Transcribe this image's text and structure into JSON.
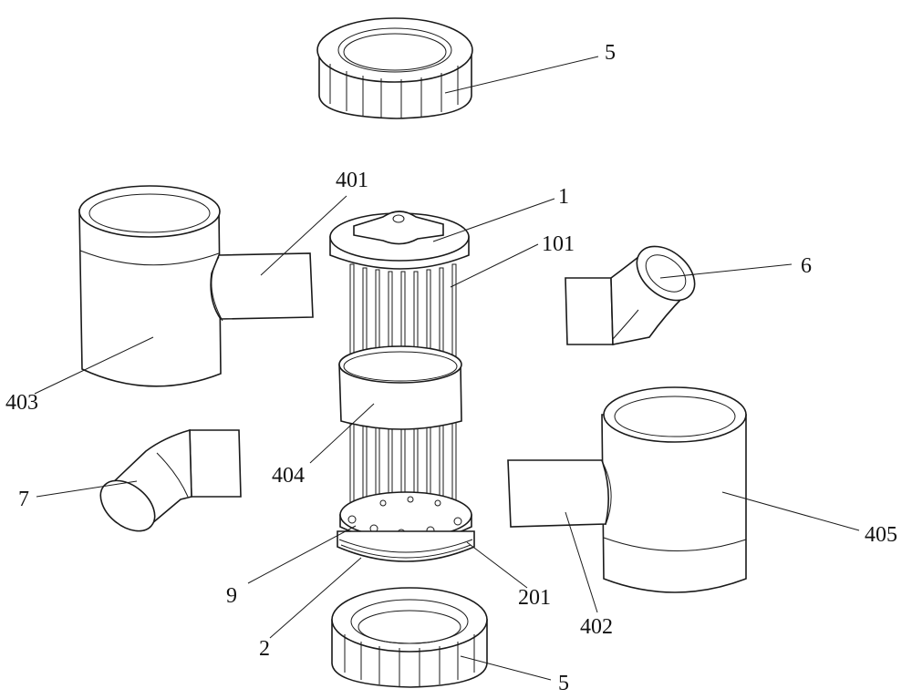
{
  "labels": {
    "nut_top": "5",
    "cap": "1",
    "rods": "101",
    "tee_left_branch": "401",
    "tee_left_body": "403",
    "middle_ring": "404",
    "elbow_right": "6",
    "elbow_left": "7",
    "base_plate": "9",
    "seal_ring": "201",
    "base": "2",
    "tee_right_branch": "402",
    "tee_right_body": "405",
    "nut_bottom": "5"
  }
}
